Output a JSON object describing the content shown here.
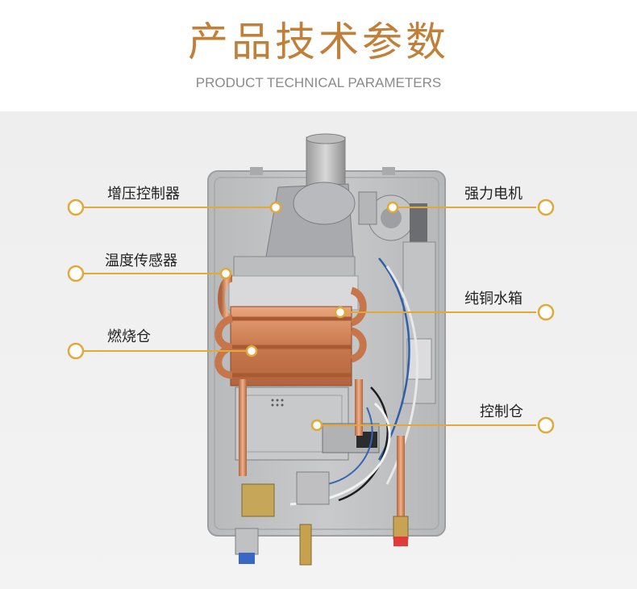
{
  "header": {
    "title": "产品技术参数",
    "subtitle": "PRODUCT TECHNICAL PARAMETERS"
  },
  "callouts": {
    "booster_controller": "增压控制器",
    "temperature_sensor": "温度传感器",
    "combustion_chamber": "燃烧仓",
    "power_motor": "强力电机",
    "copper_water_tank": "纯铜水箱",
    "control_chamber": "控制仓"
  },
  "colors": {
    "accent": "#e0a93a",
    "title": "#c0803a"
  }
}
